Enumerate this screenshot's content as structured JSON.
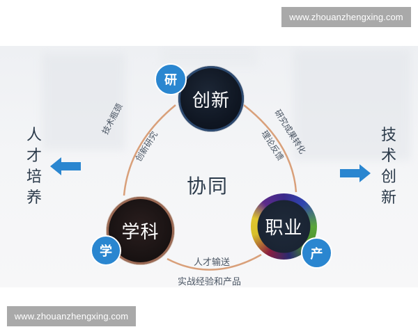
{
  "watermarks": {
    "top": "www.zhouanzhengxing.com",
    "bottom": "www.zhouanzhengxing.com"
  },
  "diagram": {
    "center_label": "协同",
    "left_side": {
      "chars": [
        "人",
        "才",
        "培",
        "养"
      ],
      "arrow_direction": "left"
    },
    "right_side": {
      "chars": [
        "技",
        "术",
        "创",
        "新"
      ],
      "arrow_direction": "right"
    },
    "nodes": {
      "innovate": {
        "label": "创新",
        "badge": "研"
      },
      "discipline": {
        "label": "学科",
        "badge": "学"
      },
      "career": {
        "label": "职业",
        "badge": "产"
      }
    },
    "arc_labels": {
      "top_left_outer": "技术瓶颈",
      "top_left_inner": "创新研究",
      "top_right_outer": "研究成果转化",
      "top_right_inner": "理论反馈",
      "bottom_inner": "人才输送",
      "bottom_outer": "实战经验和产品"
    },
    "colors": {
      "badge_blue": "#2a86d0",
      "arrow_blue": "#2a86d0",
      "arc_orange": "#d9a07a",
      "text_dark": "#2b3a4a"
    }
  }
}
